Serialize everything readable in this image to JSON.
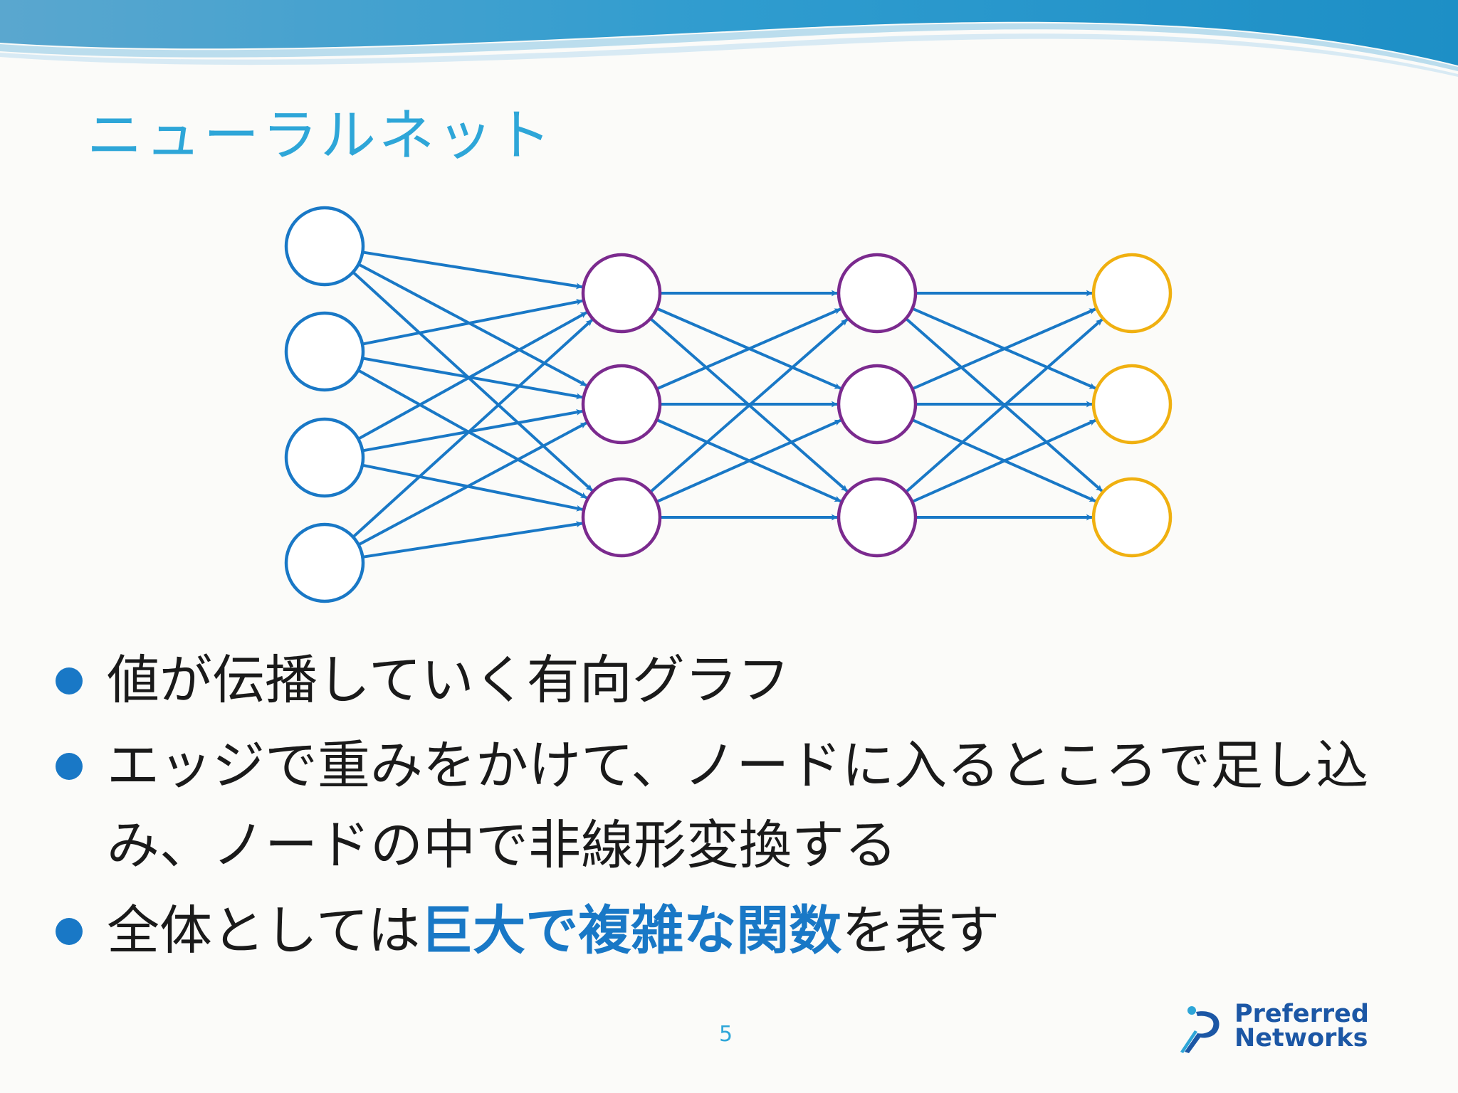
{
  "slide": {
    "title": "ニューラルネット",
    "page_number": "5"
  },
  "bullets": [
    {
      "segments": [
        {
          "text": "値が伝播していく有向グラフ",
          "highlight": false
        }
      ]
    },
    {
      "segments": [
        {
          "text": "エッジで重みをかけて、ノードに入るところで足し込み、ノードの中で非線形変換する",
          "highlight": false
        }
      ]
    },
    {
      "segments": [
        {
          "text": "全体としては",
          "highlight": false
        },
        {
          "text": "巨大で複雑な関数",
          "highlight": true
        },
        {
          "text": "を表す",
          "highlight": false
        }
      ]
    }
  ],
  "logo": {
    "line1": "Preferred",
    "line2": "Networks"
  },
  "network": {
    "layers": [
      {
        "nodes": 4,
        "color": "#1978c6"
      },
      {
        "nodes": 3,
        "color": "#7b2a8e"
      },
      {
        "nodes": 3,
        "color": "#7b2a8e"
      },
      {
        "nodes": 3,
        "color": "#f0b010"
      }
    ],
    "edge_color": "#1978c6"
  },
  "colors": {
    "title": "#2ea6d8",
    "accent": "#1978c6",
    "text": "#1a1a1a"
  }
}
